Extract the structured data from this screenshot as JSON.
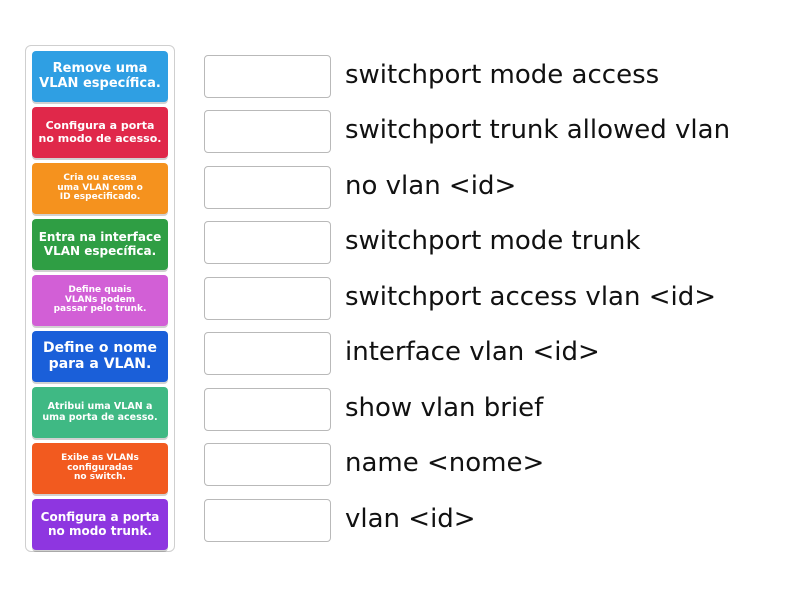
{
  "cards": [
    {
      "label": "Remove uma\nVLAN específica.",
      "color": "#2f9fe3"
    },
    {
      "label": "Configura a porta\nno modo de acesso.",
      "color": "#e0284a"
    },
    {
      "label": "Cria ou acessa\numa VLAN com o\nID especificado.",
      "color": "#f5921e"
    },
    {
      "label": "Entra na interface\nVLAN específica.",
      "color": "#2f9e44"
    },
    {
      "label": "Define quais\nVLANs podem\npassar pelo trunk.",
      "color": "#d25fd6"
    },
    {
      "label": "Define o nome\npara a VLAN.",
      "color": "#1a5fd9"
    },
    {
      "label": "Atribui uma VLAN a\numa porta de acesso.",
      "color": "#3fb984"
    },
    {
      "label": "Exibe as VLANs\nconfiguradas\nno switch.",
      "color": "#f25a1f"
    },
    {
      "label": "Configura a porta\nno modo trunk.",
      "color": "#8e36e0"
    }
  ],
  "commands": [
    "switchport mode access",
    "switchport trunk allowed vlan",
    "no vlan <id>",
    "switchport mode trunk",
    "switchport access vlan <id>",
    "interface vlan <id>",
    "show vlan brief",
    "name <nome>",
    "vlan <id>"
  ]
}
